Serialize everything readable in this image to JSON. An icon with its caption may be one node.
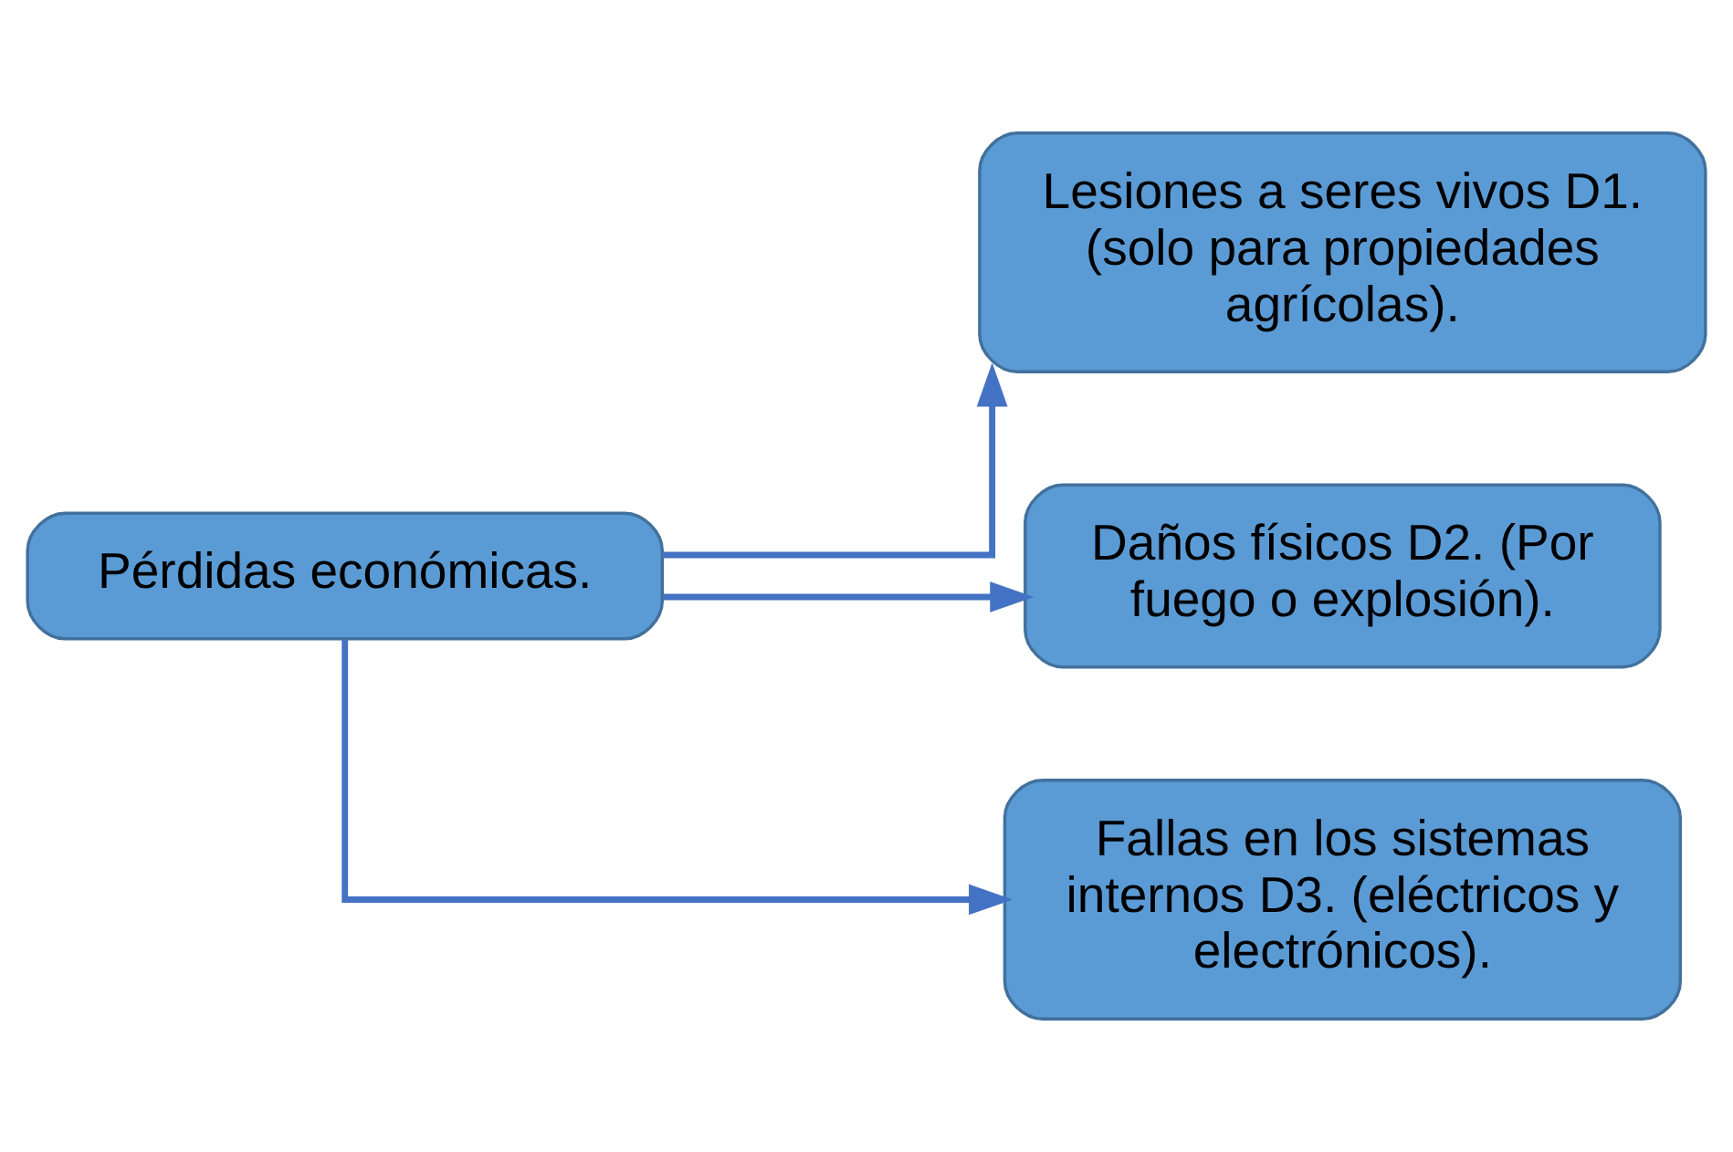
{
  "diagram": {
    "nodes": [
      {
        "text": [
          "Pérdidas económicas."
        ]
      },
      {
        "text": [
          "Lesiones a seres vivos D1. (solo para propiedades agrícolas)."
        ]
      },
      {
        "text": [
          "Daños físicos D2. (Por fuego o explosión)."
        ]
      },
      {
        "text": [
          "Fallas en los sistemas internos D3. (eléctricos y electrónicos)."
        ]
      }
    ],
    "edges": [
      {
        "from": 0,
        "to": 1,
        "arrow": "to"
      },
      {
        "from": 0,
        "to": 2,
        "arrow": "to"
      },
      {
        "from": 0,
        "to": 3,
        "arrow": "to"
      }
    ]
  }
}
